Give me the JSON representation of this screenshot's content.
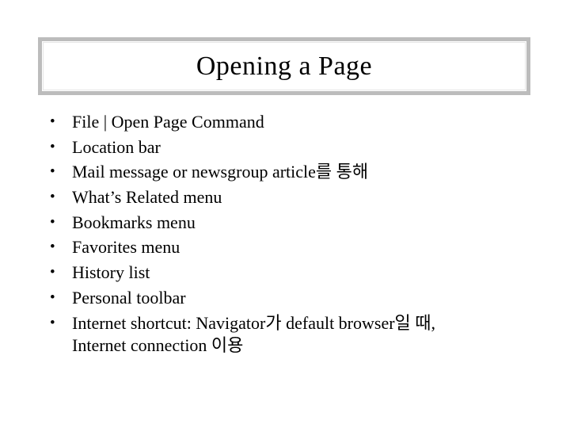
{
  "slide": {
    "title": "Opening a Page",
    "bullets": [
      {
        "lines": [
          "File | Open Page Command"
        ]
      },
      {
        "lines": [
          "Location bar"
        ]
      },
      {
        "lines": [
          "Mail message or newsgroup article를 통해"
        ]
      },
      {
        "lines": [
          "What’s Related menu"
        ]
      },
      {
        "lines": [
          "Bookmarks menu"
        ]
      },
      {
        "lines": [
          "Favorites menu"
        ]
      },
      {
        "lines": [
          "History list"
        ]
      },
      {
        "lines": [
          "Personal toolbar"
        ]
      },
      {
        "lines": [
          "Internet shortcut: Navigator가 default browser일 때,",
          "Internet connection 이용"
        ]
      }
    ],
    "colors": {
      "background": "#ffffff",
      "title_border": "#bcbcbc",
      "title_border_inner": "#e6e6e6",
      "text": "#000000"
    }
  }
}
